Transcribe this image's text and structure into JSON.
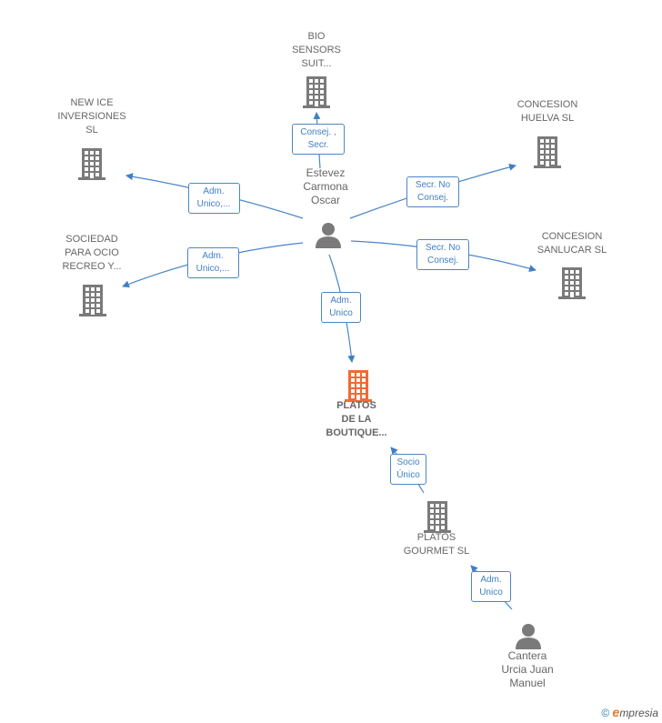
{
  "nodes": [
    {
      "id": "bio",
      "label": "BIO\nSENSORS\nSUIT...",
      "type": "company"
    },
    {
      "id": "newice",
      "label": "NEW ICE\nINVERSIONES\nSL",
      "type": "company"
    },
    {
      "id": "huelva",
      "label": "CONCESION\nHUELVA SL",
      "type": "company"
    },
    {
      "id": "estevez",
      "label": "Estevez\nCarmona\nOscar",
      "type": "person"
    },
    {
      "id": "sociedad",
      "label": "SOCIEDAD\nPARA OCIO\nRECREO Y...",
      "type": "company"
    },
    {
      "id": "sanlucar",
      "label": "CONCESION\nSANLUCAR SL",
      "type": "company"
    },
    {
      "id": "platos",
      "label": "PLATOS\nDE LA\nBOUTIQUE...",
      "type": "company-focus"
    },
    {
      "id": "gourmet",
      "label": "PLATOS\nGOURMET  SL",
      "type": "company"
    },
    {
      "id": "cantera",
      "label": "Cantera\nUrcia Juan\nManuel",
      "type": "person"
    }
  ],
  "edges": [
    {
      "from": "estevez",
      "to": "bio",
      "label": "Consej. ,\nSecr."
    },
    {
      "from": "estevez",
      "to": "newice",
      "label": "Adm.\nUnico,..."
    },
    {
      "from": "estevez",
      "to": "huelva",
      "label": "Secr.  No\nConsej."
    },
    {
      "from": "estevez",
      "to": "sociedad",
      "label": "Adm.\nUnico,..."
    },
    {
      "from": "estevez",
      "to": "sanlucar",
      "label": "Secr.  No\nConsej."
    },
    {
      "from": "estevez",
      "to": "platos",
      "label": "Adm.\nUnico"
    },
    {
      "from": "gourmet",
      "to": "platos",
      "label": "Socio\nÚnico"
    },
    {
      "from": "cantera",
      "to": "gourmet",
      "label": "Adm.\nUnico"
    }
  ],
  "colors": {
    "company": "#7a7a7a",
    "focus": "#f06a35",
    "person": "#7a7a7a",
    "edge": "#4a86c8"
  },
  "watermark": {
    "copyright": "©",
    "brand_initial": "e",
    "brand_rest": "mpresia"
  }
}
